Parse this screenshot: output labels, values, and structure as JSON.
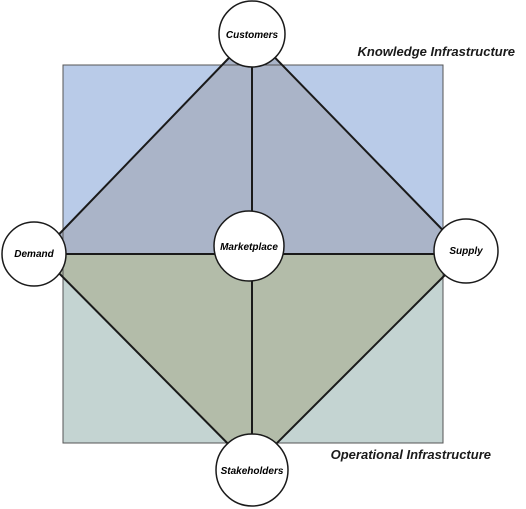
{
  "diagram": {
    "top_label": "Knowledge Infrastructure",
    "bottom_label": "Operational Infrastructure",
    "nodes": {
      "customers": "Customers",
      "demand": "Demand",
      "marketplace": "Marketplace",
      "supply": "Supply",
      "stakeholders": "Stakeholders"
    },
    "colors": {
      "knowledge_fill": "#b9cbe8",
      "knowledge_triangle": "#aab4c8",
      "operational_fill": "#c4d4d2",
      "operational_triangle": "#b3bca9",
      "line": "#1a1a1a",
      "node_fill": "#ffffff"
    }
  }
}
